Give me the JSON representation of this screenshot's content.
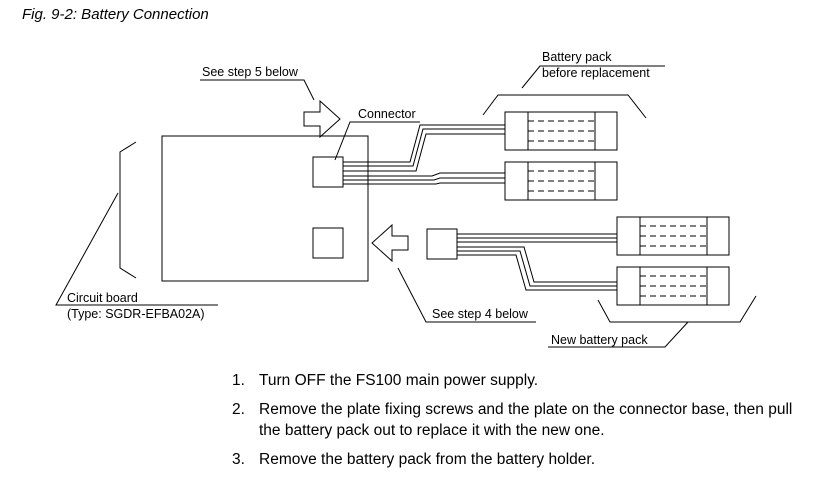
{
  "figure": {
    "title": "Fig. 9-2: Battery Connection",
    "labels": {
      "see_step_5": "See step 5 below",
      "connector": "Connector",
      "battery_before_line1": "Battery pack",
      "battery_before_line2": "before replacement",
      "circuit_board_line1": "Circuit board",
      "circuit_board_line2": "(Type: SGDR-EFBA02A)",
      "see_step_4": "See step 4 below",
      "new_battery": "New battery pack"
    }
  },
  "steps": [
    {
      "number": "1.",
      "text": "Turn OFF the FS100 main power supply."
    },
    {
      "number": "2.",
      "text": "Remove the plate fixing screws and the plate on the connector base, then pull the battery pack out to replace it with the new one."
    },
    {
      "number": "3.",
      "text": "Remove the battery pack from the battery holder."
    }
  ]
}
